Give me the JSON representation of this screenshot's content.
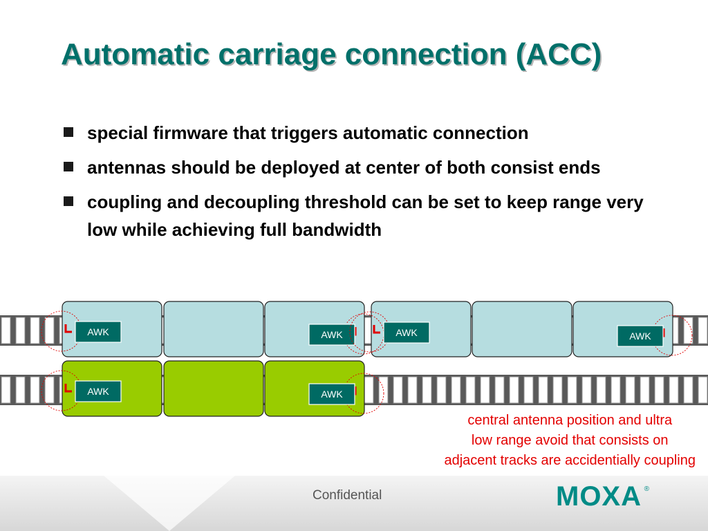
{
  "slide": {
    "title": "Automatic carriage connection (ACC)",
    "bullets": [
      "special firmware that triggers automatic connection",
      "antennas should be deployed at center of both consist ends",
      "coupling and decoupling threshold can be set to keep range very low while achieving full bandwidth"
    ]
  },
  "diagram": {
    "device_label": "AWK",
    "upper_consist_color": "#b6dde0",
    "lower_consist_color": "#99cc00",
    "device_color": "#006a63",
    "antenna_color": "#e00000"
  },
  "caption": {
    "lines": [
      "central antenna position and ultra",
      "low range avoid that consists on",
      "adjacent tracks are accidentially coupling"
    ]
  },
  "footer": {
    "confidential": "Confidential",
    "logo_text": "MOXA",
    "logo_mark": "®"
  }
}
